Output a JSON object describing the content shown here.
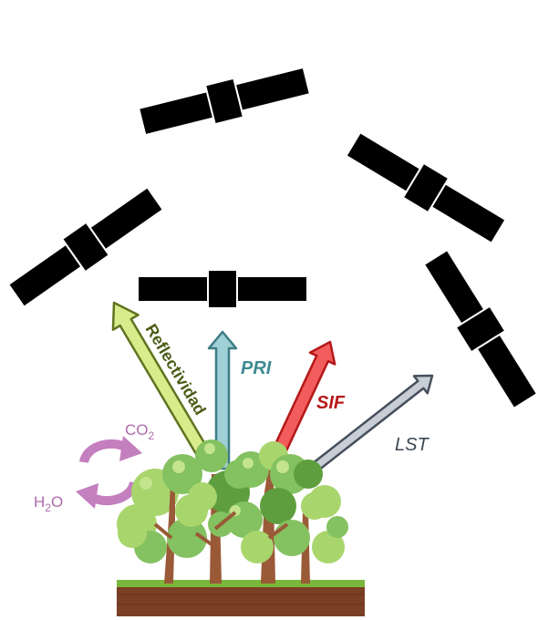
{
  "labels": {
    "reflectividad": "Reflectividad",
    "pri": "PRI",
    "sif": "SIF",
    "lst": "LST",
    "co2_main": "CO",
    "co2_sub": "2",
    "h2o_h": "H",
    "h2o_sub": "2",
    "h2o_o": "O"
  },
  "colors": {
    "satellite": "#000000",
    "reflectividad_fill": "#d8ec8c",
    "reflectividad_stroke": "#5f7420",
    "reflectividad_text": "#4c5c17",
    "pri_fill": "#9fd0d6",
    "pri_stroke": "#3e7c86",
    "pri_text": "#3d8a92",
    "sif_fill": "#f25c5c",
    "sif_stroke": "#b51818",
    "sif_text": "#b61a1a",
    "lst_fill": "#c7ced6",
    "lst_stroke": "#46505c",
    "lst_text": "#3e4852",
    "cycle": "#c47fbf",
    "soil": "#7a3f24",
    "grass": "#79b83c",
    "trunk": "#9a5a38",
    "leaf_light": "#a9d56d",
    "leaf_mid": "#84c160",
    "leaf_dark": "#5e9e3e"
  }
}
